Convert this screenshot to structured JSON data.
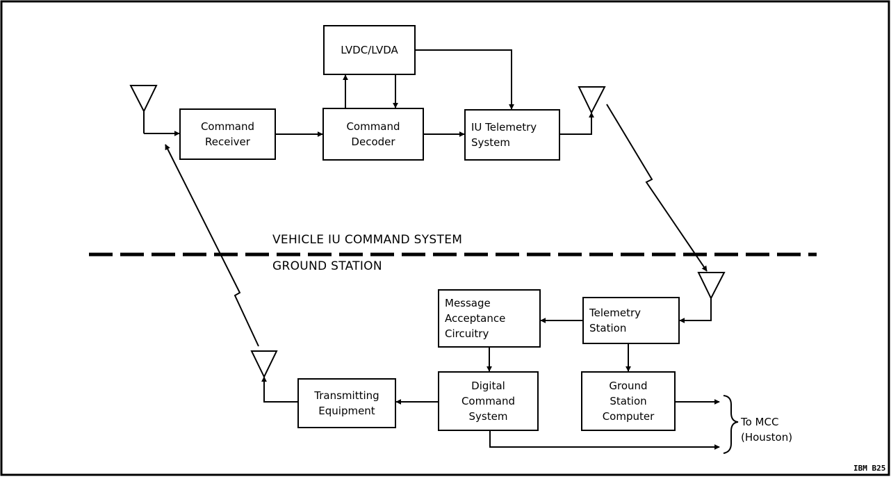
{
  "boxes": {
    "lvdc": "LVDC/LVDA",
    "command_receiver": "Command\nReceiver",
    "command_decoder": "Command\nDecoder",
    "iu_telemetry": "IU Telemetry\nSystem",
    "message_acceptance": "Message\nAcceptance\nCircuitry",
    "telemetry_station": "Telemetry\nStation",
    "digital_command": "Digital\nCommand\nSystem",
    "ground_computer": "Ground\nStation\nComputer",
    "transmitting": "Transmitting\nEquipment"
  },
  "sections": {
    "vehicle": "VEHICLE IU COMMAND SYSTEM",
    "ground": "GROUND STATION"
  },
  "destination": "To MCC\n(Houston)",
  "figure_id": "IBM B25",
  "icons": [
    "antenna-icon",
    "lightning-link-icon",
    "brace-icon"
  ]
}
